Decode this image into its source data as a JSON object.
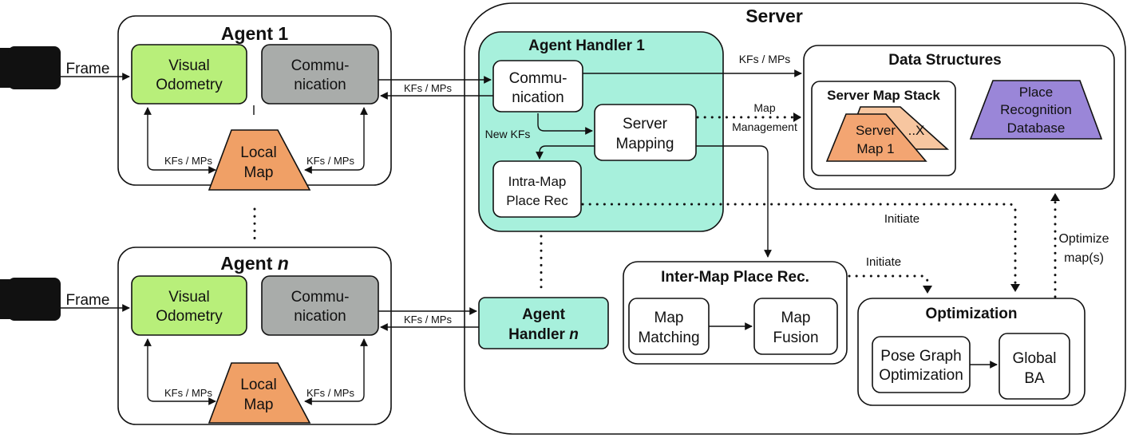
{
  "colors": {
    "visual_odometry": "#b8ef7a",
    "communication": "#a9acaa",
    "local_map": "#f0a066",
    "agent_handler": "#a7f0dc",
    "server_map": "#f3a572",
    "server_map_back": "#f7c6a0",
    "place_recognition_db": "#9a86d8"
  },
  "agent1": {
    "title": "Agent 1",
    "camera_label": "Frame",
    "vo_line1": "Visual",
    "vo_line2": "Odometry",
    "comm_line1": "Commu-",
    "comm_line2": "nication",
    "map_line1": "Local",
    "map_line2": "Map",
    "link_left": "KFs / MPs",
    "link_right": "KFs / MPs",
    "to_server": "KFs / MPs"
  },
  "agentn": {
    "title_main": "Agent ",
    "title_italic": "n",
    "camera_label": "Frame",
    "vo_line1": "Visual",
    "vo_line2": "Odometry",
    "comm_line1": "Commu-",
    "comm_line2": "nication",
    "map_line1": "Local",
    "map_line2": "Map",
    "link_left": "KFs / MPs",
    "link_right": "KFs / MPs",
    "to_server": "KFs / MPs"
  },
  "server": {
    "title": "Server",
    "handler1": {
      "title": "Agent Handler 1",
      "comm_line1": "Commu-",
      "comm_line2": "nication",
      "mapping_line1": "Server",
      "mapping_line2": "Mapping",
      "intra_line1": "Intra-Map",
      "intra_line2": "Place Rec",
      "new_kfs": "New KFs"
    },
    "handlern": {
      "line1": "Agent",
      "line2_main": "Handler ",
      "line2_italic": "n"
    },
    "kfs_mps": "KFs / MPs",
    "map_mgmt_line1": "Map",
    "map_mgmt_line2": "Management",
    "data_structures": {
      "title": "Data Structures",
      "stack_title": "Server Map Stack",
      "map_line1": "Server",
      "map_line2": "Map 1",
      "map_x": "..X",
      "db_line1": "Place",
      "db_line2": "Recognition",
      "db_line3": "Database"
    },
    "initiate_top": "Initiate",
    "initiate_mid": "Initiate",
    "optimize_line1": "Optimize",
    "optimize_line2": "map(s)",
    "inter_map": {
      "title": "Inter-Map Place Rec.",
      "matching_line1": "Map",
      "matching_line2": "Matching",
      "fusion_line1": "Map",
      "fusion_line2": "Fusion"
    },
    "optimization": {
      "title": "Optimization",
      "pgo_line1": "Pose Graph",
      "pgo_line2": "Optimization",
      "ba_line1": "Global",
      "ba_line2": "BA"
    }
  }
}
